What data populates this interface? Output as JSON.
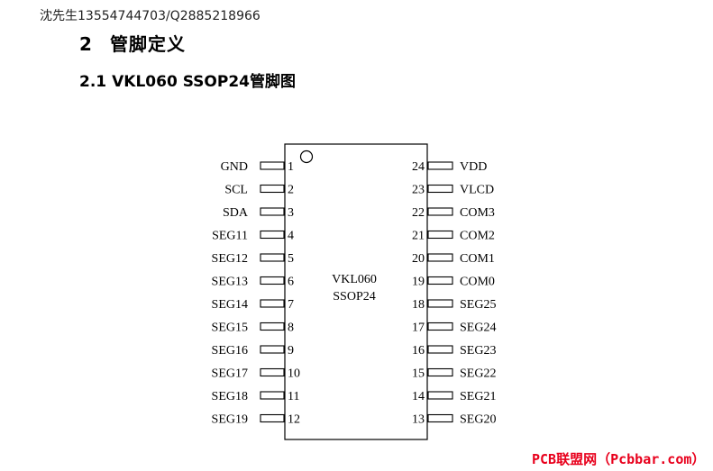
{
  "contact_line": "沈先生13554744703/Q2885218966",
  "section": {
    "number": "2",
    "title": "管脚定义"
  },
  "subsection": {
    "number": "2.1",
    "title": "VKL060 SSOP24管脚图"
  },
  "chip": {
    "name": "VKL060",
    "package": "SSOP24"
  },
  "pins_left": [
    {
      "number": "1",
      "name": "GND"
    },
    {
      "number": "2",
      "name": "SCL"
    },
    {
      "number": "3",
      "name": "SDA"
    },
    {
      "number": "4",
      "name": "SEG11"
    },
    {
      "number": "5",
      "name": "SEG12"
    },
    {
      "number": "6",
      "name": "SEG13"
    },
    {
      "number": "7",
      "name": "SEG14"
    },
    {
      "number": "8",
      "name": "SEG15"
    },
    {
      "number": "9",
      "name": "SEG16"
    },
    {
      "number": "10",
      "name": "SEG17"
    },
    {
      "number": "11",
      "name": "SEG18"
    },
    {
      "number": "12",
      "name": "SEG19"
    }
  ],
  "pins_right": [
    {
      "number": "24",
      "name": "VDD"
    },
    {
      "number": "23",
      "name": "VLCD"
    },
    {
      "number": "22",
      "name": "COM3"
    },
    {
      "number": "21",
      "name": "COM2"
    },
    {
      "number": "20",
      "name": "COM1"
    },
    {
      "number": "19",
      "name": "COM0"
    },
    {
      "number": "18",
      "name": "SEG25"
    },
    {
      "number": "17",
      "name": "SEG24"
    },
    {
      "number": "16",
      "name": "SEG23"
    },
    {
      "number": "15",
      "name": "SEG22"
    },
    {
      "number": "14",
      "name": "SEG21"
    },
    {
      "number": "13",
      "name": "SEG20"
    }
  ],
  "watermark": "PCB联盟网（Pcbbar.com）",
  "colors": {
    "watermark": "#e8001c",
    "ink": "#000000"
  }
}
